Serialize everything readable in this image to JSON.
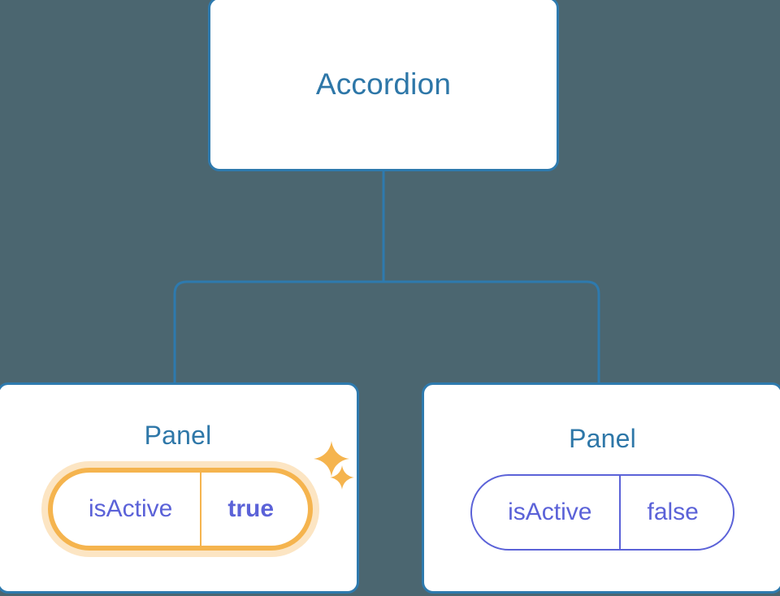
{
  "theme": {
    "background": "#4b6670",
    "card_bg": "#ffffff",
    "card_border": "#2e7aae",
    "title_color": "#2e77a8",
    "pill_color": "#5b62d8",
    "highlight_color": "#f5b44e",
    "highlight_glow": "rgba(245,180,78,0.34)"
  },
  "tree": {
    "root": {
      "title": "Accordion"
    },
    "children": [
      {
        "title": "Panel",
        "highlighted": true,
        "prop": {
          "key": "isActive",
          "value": "true"
        },
        "decorations": [
          "sparkle-large",
          "sparkle-small"
        ]
      },
      {
        "title": "Panel",
        "highlighted": false,
        "prop": {
          "key": "isActive",
          "value": "false"
        },
        "decorations": []
      }
    ]
  }
}
